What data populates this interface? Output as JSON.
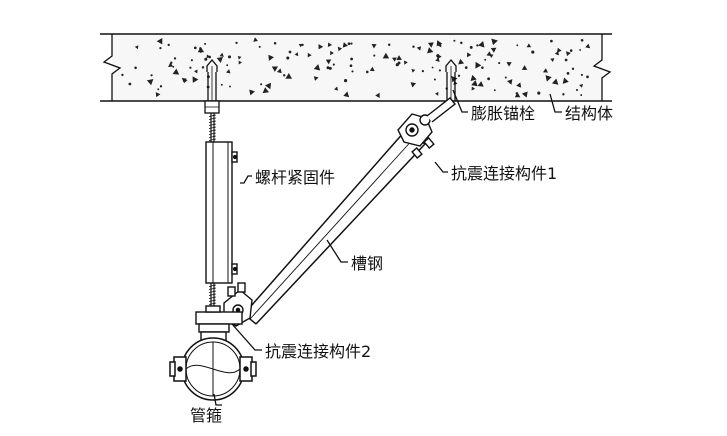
{
  "colors": {
    "line": "#111111",
    "concrete_fill": "#f7f7f7",
    "background": "#ffffff"
  },
  "labels": {
    "anchor_bolt": "膨胀锚栓",
    "structure": "结构体",
    "connector_1": "抗震连接构件1",
    "rod_fastener": "螺杆紧固件",
    "channel_steel": "槽钢",
    "connector_2": "抗震连接构件2",
    "pipe_clamp": "管箍"
  }
}
